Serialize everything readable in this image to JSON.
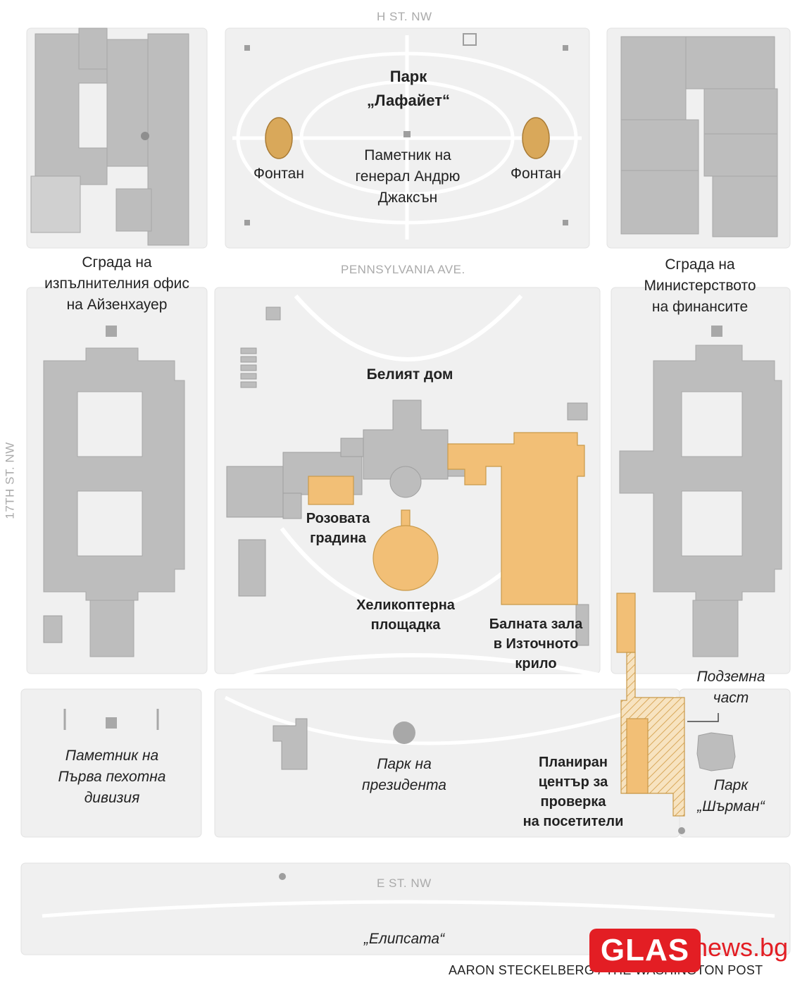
{
  "streets": {
    "h_st": "H ST. NW",
    "pennsylvania": "PENNSYLVANIA AVE.",
    "seventeenth": "17TH ST. NW",
    "e_st": "E ST. NW"
  },
  "labels": {
    "lafayette_park": "Парк\n„Лафайет“",
    "fountain_left": "Фонтан",
    "fountain_right": "Фонтан",
    "jackson_monument": "Паметник на\nгенерал Андрю\nДжаксън",
    "eisenhower": "Сграда на\nизпълнителния офис\nна Айзенхауер",
    "treasury": "Сграда на\nМинистерството\nна финансите",
    "white_house": "Белият дом",
    "rose_garden": "Розовата\nградина",
    "helipad": "Хеликоптерна\nплощадка",
    "ballroom": "Балната зала\nв Източното\nкрило",
    "underground": "Подземна\nчаст",
    "first_division": "Паметник на\nПърва пехотна\nдивизия",
    "presidents_park": "Парк на\nпрезидента",
    "screening_center": "Планиран\nцентър за\nпроверка\nна посетители",
    "sherman_park": "Парк\n„Шърман“",
    "ellipse": "„Елипсата“"
  },
  "credit": "AARON STECKELBERG / THE WASHINGTON POST",
  "logo": {
    "glas": "GLAS",
    "news": "news.bg"
  },
  "colors": {
    "highlight": "#f2bf76",
    "highlight_stroke": "#c99a4a",
    "fountain": "#d9a85a",
    "building": "#bdbdbd",
    "building_dark": "#9e9e9e",
    "ground": "#f2f2f2",
    "brand_red": "#e31e24"
  }
}
